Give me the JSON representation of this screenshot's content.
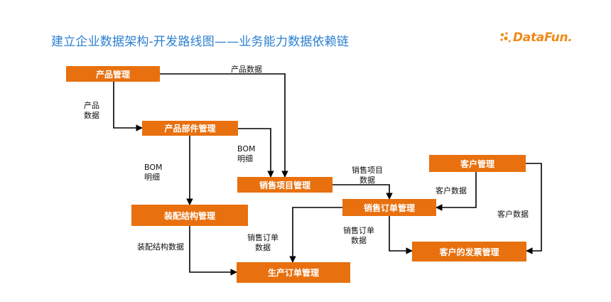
{
  "title": "建立企业数据架构-开发路线图——业务能力数据依赖链",
  "logo": {
    "text": "DataFun.",
    "icon": "datafun-spark-icon"
  },
  "colors": {
    "node": "#e8700e",
    "title": "#2a7fd0",
    "logo": "#f08a1a",
    "edge": "#000000"
  },
  "nodes": {
    "product_mgmt": "产品管理",
    "product_parts_mgmt": "产品部件管理",
    "sales_item_mgmt": "销售项目管理",
    "assembly_mgmt": "装配结构管理",
    "customer_mgmt": "客户管理",
    "sales_order_mgmt": "销售订单管理",
    "customer_invoice_mgmt": "客户的发票管理",
    "production_order_mgmt": "生产订单管理"
  },
  "edge_labels": {
    "product_data_top": "产品数据",
    "product_data_left": [
      "产品",
      "数据"
    ],
    "bom_detail_right": [
      "BOM",
      "明细"
    ],
    "bom_detail_left": [
      "BOM",
      "明细"
    ],
    "sales_item_data": [
      "销售项目",
      "数据"
    ],
    "customer_data_left": "客户数据",
    "customer_data_right": "客户数据",
    "assembly_data": "装配结构数据",
    "sales_order_data_left": [
      "销售订单",
      "数据"
    ],
    "sales_order_data_right": [
      "销售订单",
      "数据"
    ]
  }
}
